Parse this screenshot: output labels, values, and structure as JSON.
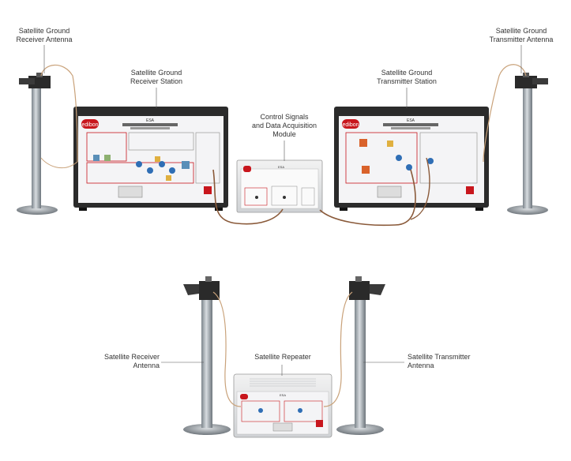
{
  "labels": {
    "ground_receiver_antenna": [
      "Satellite Ground",
      "Receiver Antenna"
    ],
    "ground_transmitter_antenna": [
      "Satellite Ground",
      "Transmitter Antenna"
    ],
    "ground_receiver_station": [
      "Satellite Ground",
      "Receiver Station"
    ],
    "ground_transmitter_station": [
      "Satellite Ground",
      "Transmitter Station"
    ],
    "control_module": [
      "Control Signals",
      "and Data Acquisition",
      "Module"
    ],
    "receiver_antenna": [
      "Satellite Receiver",
      "Antenna"
    ],
    "transmitter_antenna": [
      "Satellite Transmitter",
      "Antenna"
    ],
    "repeater": [
      "Satellite Repeater"
    ]
  },
  "units": {
    "receiver_station": {
      "brand": "edibon",
      "model": "ESA",
      "title": "SATELLITE GROUND RECEIVER STATION",
      "subtitle": "Estación Receptora Terrestre por Satélite"
    },
    "transmitter_station": {
      "brand": "edibon",
      "model": "ESA",
      "title": "SATELLITE GROUND TRANSMITTER STATION",
      "subtitle": "Estación Emisora Terrestre por Satélite"
    },
    "control_module": {
      "model": "ESA"
    },
    "repeater": {
      "model": "ESA"
    }
  },
  "colors": {
    "cabinet": "#2b2b2b",
    "panel": "#f4f4f6",
    "brand_red": "#c8161d",
    "pole": "#a9b0b6",
    "cable": "#8a5a3a",
    "cable_light": "#c9a27a",
    "leader": "#555555"
  }
}
